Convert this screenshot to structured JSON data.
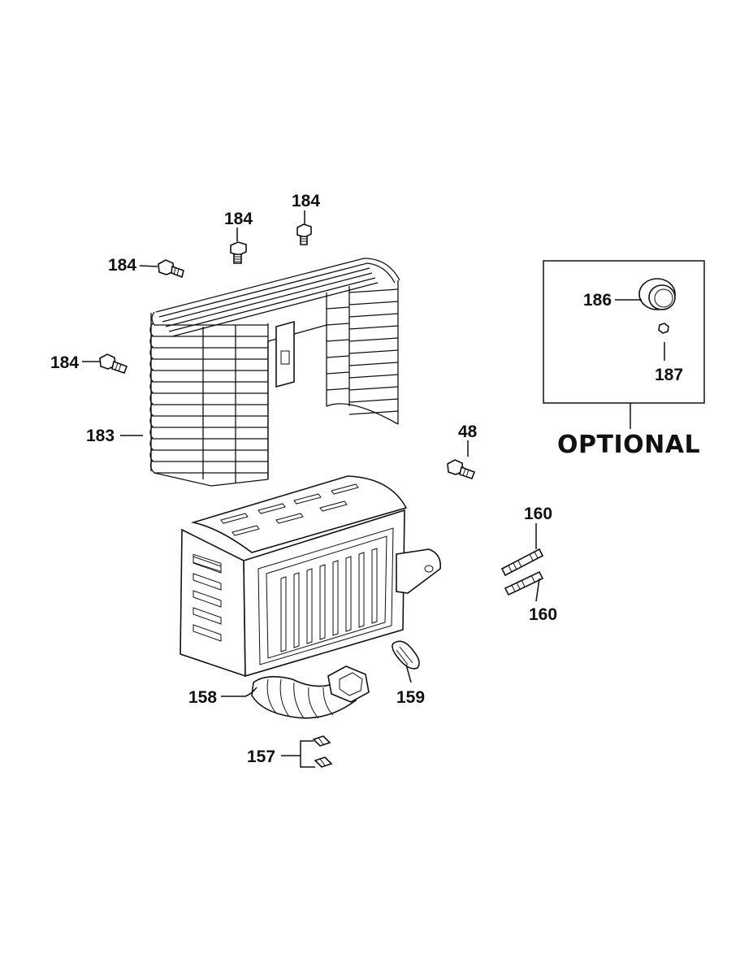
{
  "callouts": {
    "p184_top_center": "184",
    "p184_top_left": "184",
    "p184_left_upper": "184",
    "p184_left_lower": "184",
    "p183": "183",
    "p48": "48",
    "p186": "186",
    "p187": "187",
    "p160_upper": "160",
    "p160_lower": "160",
    "p158": "158",
    "p159": "159",
    "p157": "157"
  },
  "optional_label": "OPTIONAL"
}
